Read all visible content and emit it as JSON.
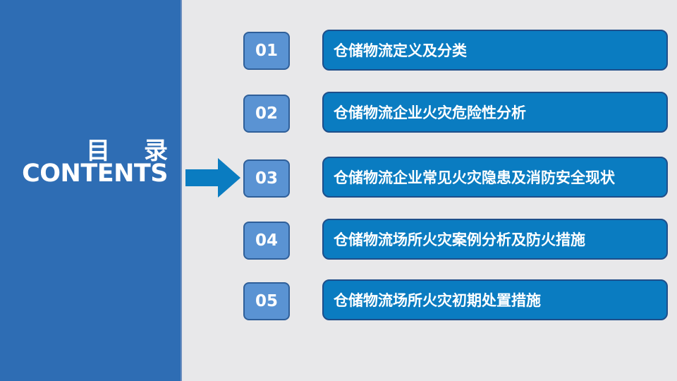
{
  "sidebar": {
    "title_cn": "目 录",
    "title_en": "CONTENTS",
    "background_color": "#2e6db4"
  },
  "arrow": {
    "icon": "right-arrow-icon",
    "color": "#0a7cc1",
    "active_index": 2
  },
  "items": [
    {
      "number": "01",
      "label": "仓储物流定义及分类"
    },
    {
      "number": "02",
      "label": "仓储物流企业火灾危险性分析"
    },
    {
      "number": "03",
      "label": "仓储物流企业常见火灾隐患及消防安全现状"
    },
    {
      "number": "04",
      "label": "仓储物流场所火灾案例分析及防火措施"
    },
    {
      "number": "05",
      "label": "仓储物流场所火灾初期处置措施"
    }
  ],
  "colors": {
    "number_box": "#5a93d3",
    "item_bar": "#0a7cc1",
    "page_background": "#e8e8ea"
  }
}
